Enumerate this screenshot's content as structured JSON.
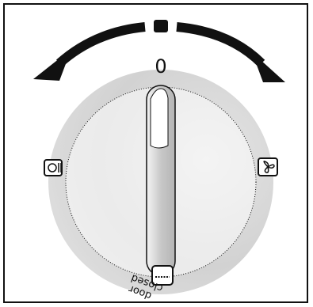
{
  "dial": {
    "zero_label": "0",
    "door_label_line1": "closed",
    "door_label_line2": "door"
  },
  "icons": {
    "top_marker": "square-indicator-icon",
    "left": "top-bottom-heat-icon",
    "right": "fan-icon",
    "bottom": "grill-icon"
  },
  "arrows": {
    "left": "counterclockwise-arrow-icon",
    "right": "clockwise-arrow-icon"
  },
  "colors": {
    "ink": "#111111",
    "shading": "#cfcfcf",
    "background": "#ffffff"
  }
}
